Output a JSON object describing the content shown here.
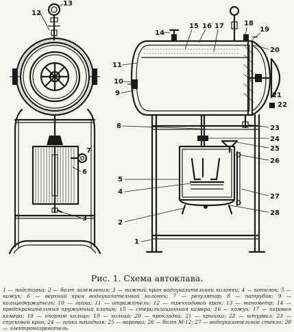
{
  "figure": {
    "title": "Рис. 1. Схема автоклава.",
    "callouts": [
      "1",
      "2",
      "3",
      "4",
      "5",
      "6",
      "7",
      "8",
      "9",
      "10",
      "11",
      "12",
      "13",
      "14",
      "15",
      "16",
      "17",
      "18",
      "19",
      "20",
      "21",
      "22",
      "23",
      "24",
      "25",
      "26",
      "27",
      "28"
    ]
  },
  "legend": [
    "1 — подставка;",
    "2 — болт заземления;",
    "3 — нижний кран водоуказательной колонки;",
    "4 — котелок;",
    "5 — кожух;",
    "6 — верхний кран водоуказательной колонки;",
    "7 — регулятор;",
    "8 — патрубок;",
    "9 — кольцедержатель;",
    "10 — гайка;",
    "11 — отражатель;",
    "12 — трехходовой кран;",
    "13 — манометр;",
    "14 — предохранительный пружинный клапан;",
    "15 — стерилизационная камера;",
    "16 — кожух;",
    "17 — паровая камера;",
    "18 — опорное кольцо;",
    "19 — кольцо;",
    "20 — прокладка;",
    "21 — крышка;",
    "22 — штурвал;",
    "23 — спусковой кран;",
    "24 — гайка накидная;",
    "25 — воронка;",
    "26 — болт М-12;",
    "27 — водоуказательное стекло;",
    "28 — электронагреватель."
  ]
}
